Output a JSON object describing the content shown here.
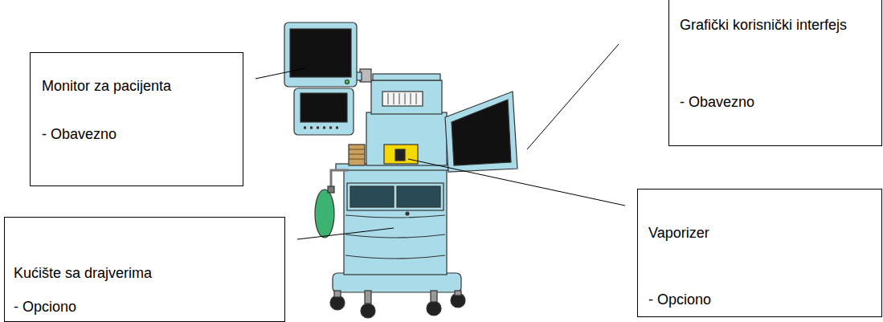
{
  "diagram": {
    "nodes": [
      {
        "text": [
          "Monitor za pacijenta",
          "- Obavezno"
        ]
      },
      {
        "text": [
          "Grafički korisnički interfejs",
          "- Obavezno"
        ]
      },
      {
        "text": [
          "Vaporizer",
          "- Opciono"
        ]
      },
      {
        "text": [
          "Kućište sa drajverima",
          "- Opciono"
        ]
      }
    ]
  }
}
